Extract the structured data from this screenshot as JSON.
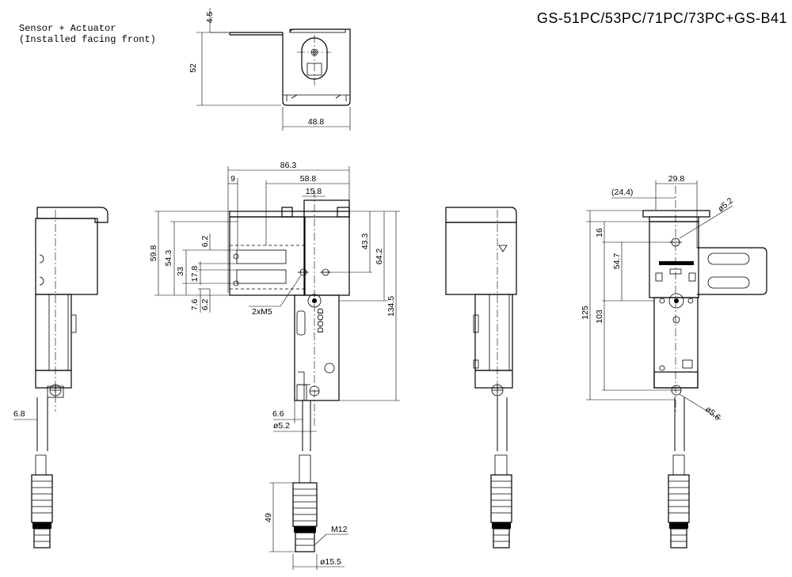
{
  "drawing": {
    "title": "GS-51PC/53PC/71PC/73PC+GS-B41",
    "note_line1": "Sensor + Actuator",
    "note_line2": "(Installed facing front)",
    "top_view": {
      "dim_top": "4.5",
      "dim_height": "52",
      "dim_width": "48.8"
    },
    "front_view": {
      "dim_86_3": "86.3",
      "dim_58_8": "58.8",
      "dim_9": "9",
      "dim_15_8": "15.8",
      "dim_59_8": "59.8",
      "dim_54_3": "54.3",
      "dim_6_2_top": "6.2",
      "dim_33": "33",
      "dim_17_8": "17.8",
      "dim_7_6": "7.6",
      "dim_6_2_bottom": "6.2",
      "dim_43_3": "43.3",
      "dim_64_2": "64.2",
      "dim_134_5": "134.5",
      "label_screw": "2xM5",
      "dim_6_6": "6.6",
      "dim_dia_5_2": "ø5.2",
      "dim_49": "49",
      "label_thread": "M12",
      "dim_dia_15_5": "ø15.5"
    },
    "left_view": {
      "dim_6_8": "6.8"
    },
    "right_view": {
      "dim_29_8": "29.8",
      "dim_24_4": "(24.4)",
      "dim_dia_5_2": "ø5.2",
      "dim_16": "16",
      "dim_54_7": "54.7",
      "dim_125": "125",
      "dim_103": "103",
      "dim_dia_5_6": "ø5.6"
    }
  }
}
